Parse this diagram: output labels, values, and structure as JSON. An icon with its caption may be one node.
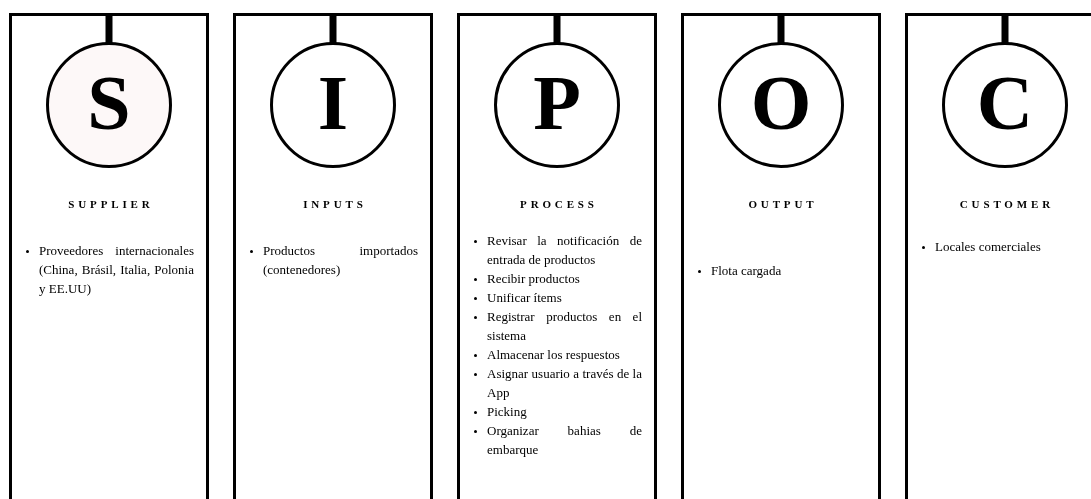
{
  "diagram": {
    "nodes": [
      {
        "text": [
          "SUPPLIER",
          "Proveedores internacionales (China, Brásil, Italia, Polonia y EE.UU)"
        ]
      },
      {
        "text": [
          "S"
        ],
        "in": 0
      },
      {
        "text": [
          "INPUTS",
          "Productos importados (contenedores)"
        ]
      },
      {
        "text": [
          "I"
        ],
        "in": 2
      },
      {
        "text": [
          "PROCESS",
          "Revisar la notificación de entrada de productos",
          "Recibir productos",
          "Unificar ítems",
          "Registrar productos en el sistema",
          "Almacenar los respuestos",
          "Asignar usuario a través de la App",
          "Picking",
          "Organizar bahias de embarque"
        ]
      },
      {
        "text": [
          "P"
        ],
        "in": 4
      },
      {
        "text": [
          "OUTPUT",
          "Flota cargada"
        ]
      },
      {
        "text": [
          "O"
        ],
        "in": 6
      },
      {
        "text": [
          "CUSTOMER",
          "Locales comerciales"
        ]
      },
      {
        "text": [
          "C"
        ],
        "in": 8
      }
    ],
    "edges": [
      {
        "from": 0,
        "to": 1,
        "arrow": "none"
      },
      {
        "from": 2,
        "to": 3,
        "arrow": "none"
      },
      {
        "from": 4,
        "to": 5,
        "arrow": "none"
      },
      {
        "from": 6,
        "to": 7,
        "arrow": "none"
      },
      {
        "from": 8,
        "to": 9,
        "arrow": "none"
      }
    ]
  }
}
